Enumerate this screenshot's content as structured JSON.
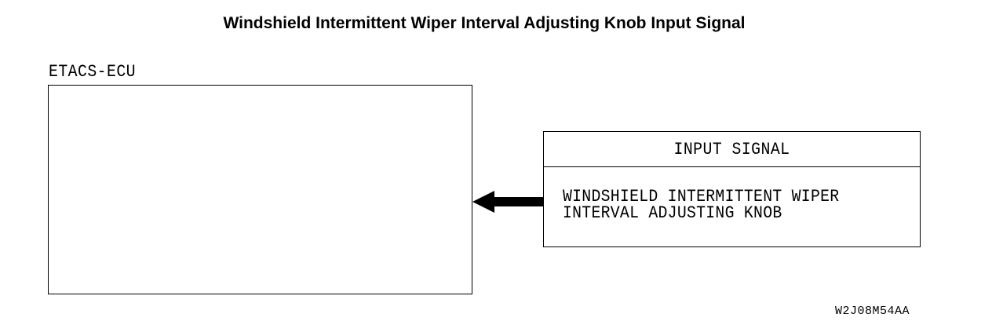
{
  "title": "Windshield Intermittent Wiper Interval Adjusting Knob Input Signal",
  "ecu": {
    "label": "ETACS-ECU"
  },
  "input_signal": {
    "header": "INPUT SIGNAL",
    "lines": [
      "WINDSHIELD INTERMITTENT WIPER",
      "INTERVAL ADJUSTING KNOB"
    ]
  },
  "figure_code": "W2J08M54AA"
}
